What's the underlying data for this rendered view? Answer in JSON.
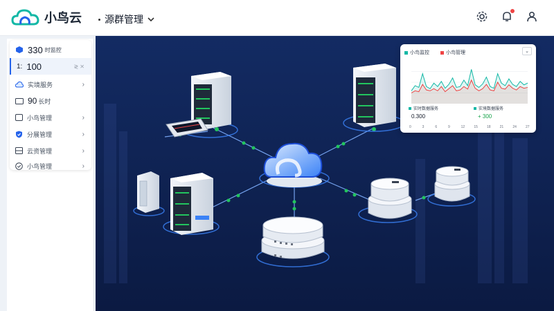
{
  "app": {
    "name": "小鸟云"
  },
  "header": {
    "nav_title": "源群管理"
  },
  "sidebar": {
    "stats_value": "330",
    "stats_label": "时监控",
    "input_prefix": "1:",
    "input_value": "100",
    "input_controls": "≷ ✕",
    "items": [
      {
        "icon": "cloud-icon",
        "label": "实境服务"
      },
      {
        "icon": "folder-icon",
        "value": "90",
        "label": "长时"
      },
      {
        "icon": "square-icon",
        "label": "小鸟管理"
      },
      {
        "icon": "shield-check-icon",
        "label": "分展管理"
      },
      {
        "icon": "grid-icon",
        "label": "云资管理"
      },
      {
        "icon": "check-circle-icon",
        "label": "小鸟管理"
      }
    ]
  },
  "panel": {
    "tabs": [
      {
        "label": "小鸟监控",
        "color": "#14b8a6"
      },
      {
        "label": "小鸟管理",
        "color": "#ef4444"
      }
    ],
    "dropdown_icon": "chevron-down-icon",
    "stat_left_label": "实时数据服务",
    "stat_right_label": "实境数据服务",
    "stat_left_value": "0.300",
    "stat_right_value": "+ 300",
    "x_ticks": [
      "0",
      "3",
      "6",
      "9",
      "12",
      "15",
      "18",
      "21",
      "24",
      "27"
    ]
  },
  "chart_data": {
    "type": "line",
    "x": [
      1,
      2,
      3,
      4,
      5,
      6,
      7,
      8,
      9,
      10,
      11,
      12,
      13,
      14,
      15,
      16,
      17,
      18,
      19,
      20,
      21,
      22,
      23,
      24,
      25,
      26,
      27,
      28,
      29,
      30,
      31,
      32
    ],
    "series": [
      {
        "color": "#14b8a6",
        "values": [
          30,
          42,
          38,
          70,
          40,
          35,
          48,
          40,
          52,
          36,
          45,
          60,
          38,
          40,
          55,
          42,
          80,
          44,
          38,
          46,
          62,
          40,
          36,
          70,
          48,
          42,
          58,
          45,
          40,
          52,
          44,
          48
        ]
      },
      {
        "color": "#ef4444",
        "values": [
          25,
          30,
          28,
          45,
          32,
          30,
          35,
          30,
          40,
          28,
          35,
          42,
          30,
          32,
          40,
          34,
          55,
          36,
          30,
          35,
          45,
          32,
          30,
          50,
          36,
          34,
          44,
          36,
          32,
          40,
          36,
          38
        ]
      }
    ],
    "ylim": [
      0,
      100
    ]
  },
  "colors": {
    "canvas": "#0f2150",
    "accent": "#2563eb",
    "link": "#22c55e",
    "glow": "#3b82f6"
  }
}
